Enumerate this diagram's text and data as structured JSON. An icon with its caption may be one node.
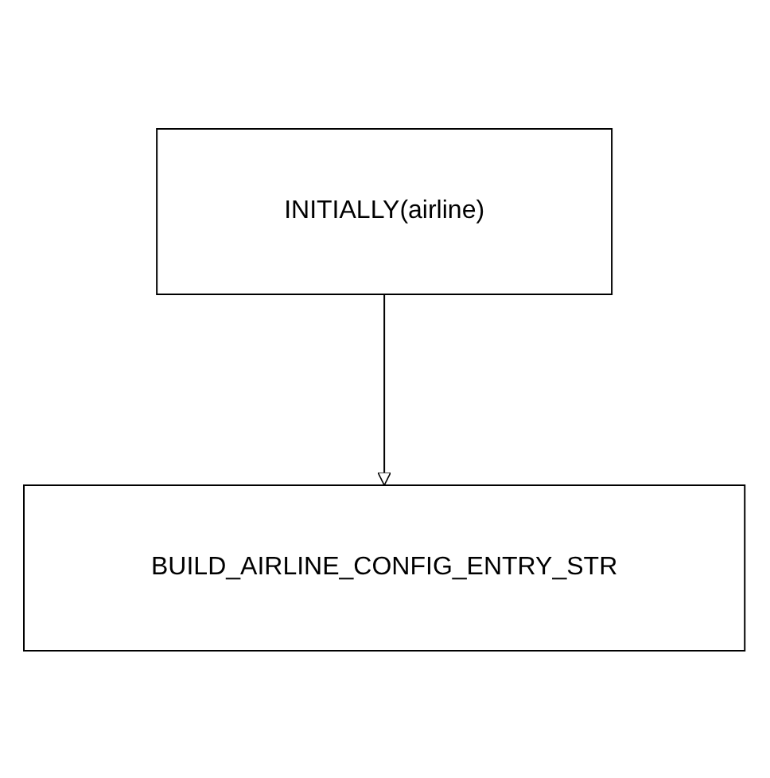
{
  "diagram": {
    "nodes": [
      {
        "text": [
          "INITIALLY(airline)"
        ]
      },
      {
        "text": [
          "BUILD_AIRLINE_CONFIG_ENTRY_STR"
        ]
      }
    ],
    "edges": [
      {
        "from": 0,
        "to": 1,
        "arrow": "to"
      }
    ]
  }
}
